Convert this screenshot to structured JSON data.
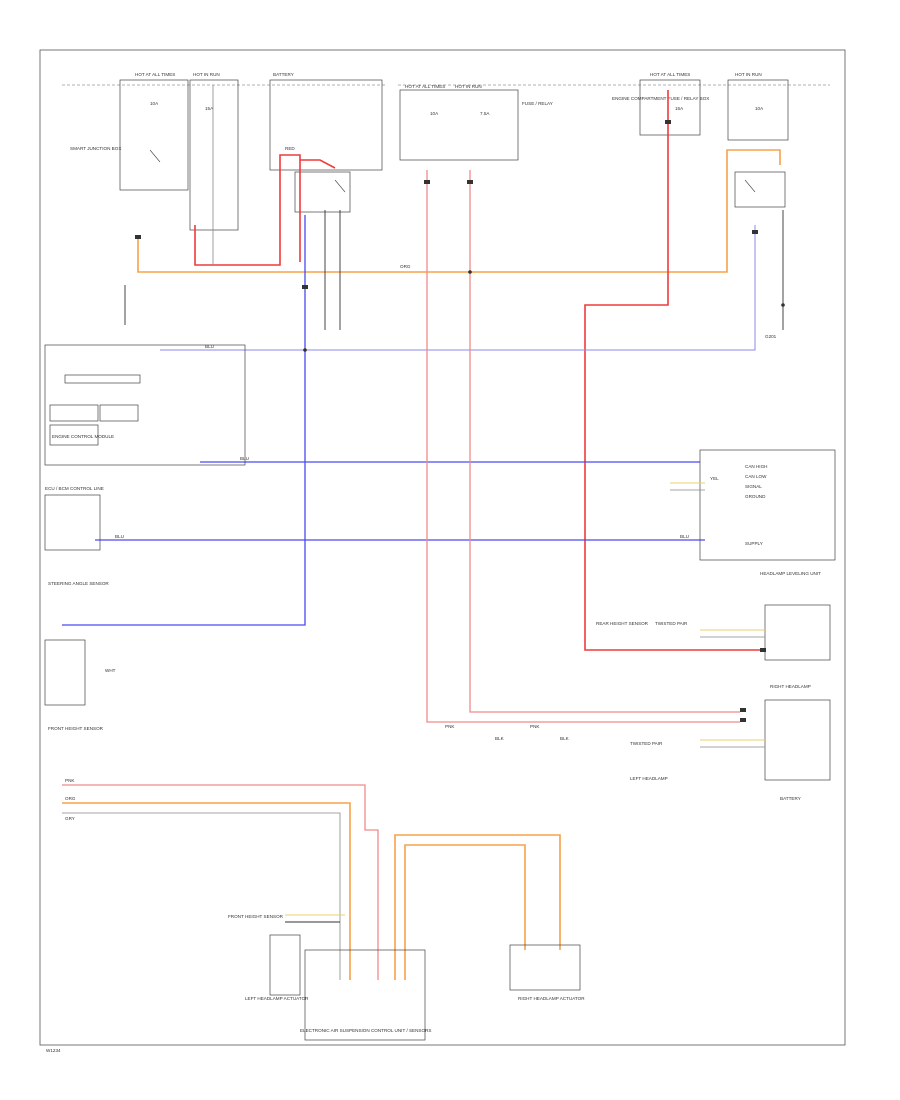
{
  "diagram": {
    "labels": {
      "engine_compartment": "ENGINE COMPARTMENT FUSE / RELAY BOX",
      "hot_at_all_times": "HOT AT ALL TIMES",
      "hot_in_run": "HOT IN RUN",
      "battery": "BATTERY",
      "ground": "G201",
      "smart_junction": "SMART JUNCTION BOX",
      "fuse_relay": "FUSE / RELAY",
      "engine_control": "ENGINE CONTROL MODULE",
      "ecu_ctrl_line": "ECU / BCM CONTROL LINE",
      "steering_angle": "STEERING ANGLE SENSOR",
      "headlamp_leveling_unit": "HEADLAMP LEVELING UNIT",
      "front_height_sensor": "FRONT HEIGHT SENSOR",
      "rear_height_sensor": "REAR HEIGHT SENSOR",
      "left_headlamp": "LEFT HEADLAMP",
      "right_headlamp": "RIGHT HEADLAMP",
      "electronic_air_suspension": "ELECTRONIC AIR SUSPENSION CONTROL UNIT / SENSORS",
      "left_actuator": "LEFT HEADLAMP ACTUATOR",
      "right_actuator": "RIGHT HEADLAMP ACTUATOR",
      "twisted_pair": "TWISTED PAIR",
      "can_high": "CAN HIGH",
      "can_low": "CAN LOW",
      "signal": "SIGNAL",
      "ground_line": "GROUND",
      "supply": "SUPPLY",
      "wire_red": "RED",
      "wire_blue": "BLU",
      "wire_org": "ORG",
      "wire_yel": "YEL",
      "wire_blk": "BLK",
      "wire_pnk": "PNK",
      "wire_gry": "GRY",
      "wire_wht": "WHT",
      "fuse_10a": "10A",
      "fuse_15a": "15A",
      "fuse_7_5a": "7.5A",
      "footer": "W1234"
    },
    "colors": {
      "red": "#ef3b3b",
      "pink": "#f08a8a",
      "blue": "#4a4af0",
      "orange": "#f7a24a",
      "yellow": "#e8d26a",
      "gray": "#888888"
    }
  }
}
